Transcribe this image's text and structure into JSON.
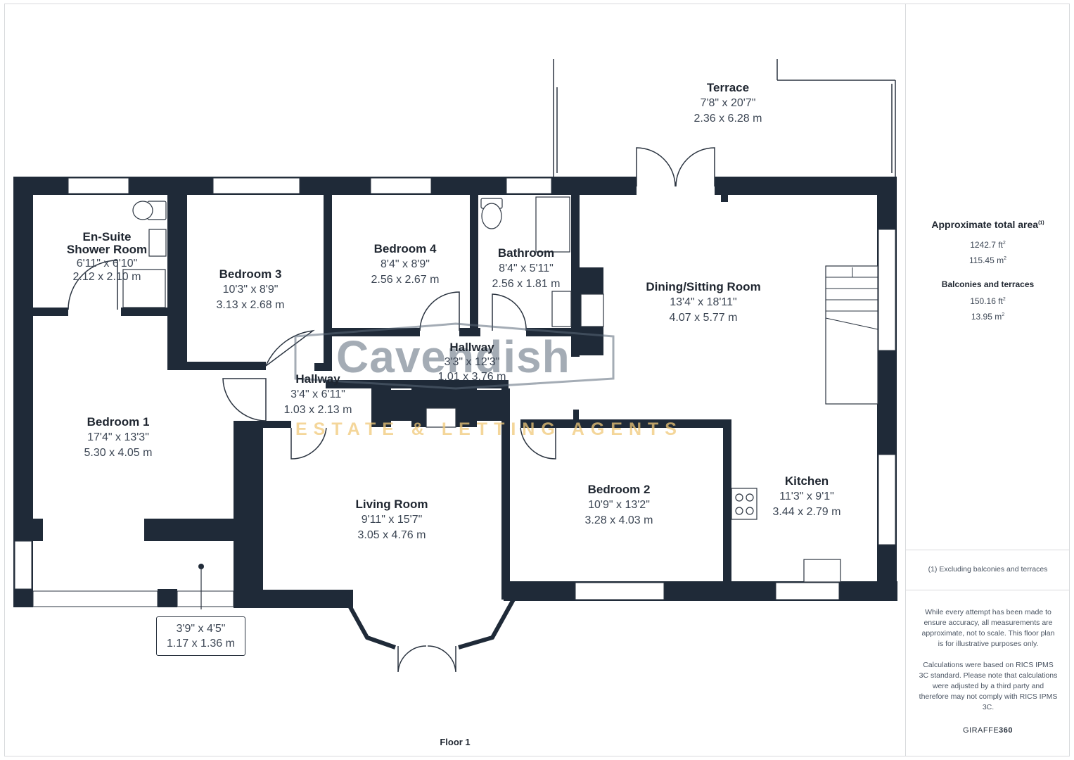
{
  "rooms": {
    "terrace": {
      "name": "Terrace",
      "imperial": "7'8\" x 20'7\"",
      "metric": "2.36 x 6.28 m"
    },
    "ensuite": {
      "name_line1": "En-Suite",
      "name_line2": "Shower Room",
      "imperial": "6'11\" x 6'10\"",
      "metric": "2.12 x 2.10 m"
    },
    "bedroom3": {
      "name": "Bedroom 3",
      "imperial": "10'3\" x 8'9\"",
      "metric": "3.13 x 2.68 m"
    },
    "bedroom4": {
      "name": "Bedroom 4",
      "imperial": "8'4\" x 8'9\"",
      "metric": "2.56 x 2.67 m"
    },
    "bathroom": {
      "name": "Bathroom",
      "imperial": "8'4\" x 5'11\"",
      "metric": "2.56 x 1.81 m"
    },
    "dining": {
      "name": "Dining/Sitting Room",
      "imperial": "13'4\" x 18'11\"",
      "metric": "4.07 x 5.77 m"
    },
    "hallway_upper": {
      "name": "Hallway",
      "imperial": "3'3\" x 12'3\"",
      "metric": "1.01 x 3.76 m"
    },
    "hallway_lower": {
      "name": "Hallway",
      "imperial": "3'4\" x 6'11\"",
      "metric": "1.03 x 2.13 m"
    },
    "bedroom1": {
      "name": "Bedroom 1",
      "imperial": "17'4\" x 13'3\"",
      "metric": "5.30 x 4.05 m"
    },
    "living": {
      "name": "Living Room",
      "imperial": "9'11\" x 15'7\"",
      "metric": "3.05 x 4.76 m"
    },
    "bedroom2": {
      "name": "Bedroom 2",
      "imperial": "10'9\" x 13'2\"",
      "metric": "3.28 x 4.03 m"
    },
    "kitchen": {
      "name": "Kitchen",
      "imperial": "11'3\" x 9'1\"",
      "metric": "3.44 x 2.79 m"
    },
    "small_area": {
      "imperial": "3'9\" x 4'5\"",
      "metric": "1.17 x 1.36 m"
    }
  },
  "watermark": {
    "name": "Cavendish",
    "tagline": "ESTATE & LETTING AGENTS"
  },
  "floor_label": "Floor 1",
  "side_panel": {
    "area_title": "Approximate total area",
    "area_title_note": "(1)",
    "area_ft": "1242.7 ft",
    "area_m": "115.45 m",
    "sup": "2",
    "balconies_title": "Balconies and terraces",
    "balconies_ft": "150.16 ft",
    "balconies_m": "13.95 m",
    "footnote": "(1) Excluding balconies and terraces",
    "disclaimer1": "While every attempt has been made to ensure accuracy, all measurements are approximate, not to scale. This floor plan is for illustrative purposes only.",
    "disclaimer2": "Calculations were based on RICS IPMS 3C standard. Please note that calculations were adjusted by a third party and therefore may not comply with RICS IPMS 3C.",
    "brand_light": "GIRAFFE",
    "brand_bold": "360"
  },
  "colors": {
    "wall": "#1f2a38",
    "window": "#ffffff",
    "line": "#2b3440",
    "watermark_tag": "#f0c878"
  }
}
